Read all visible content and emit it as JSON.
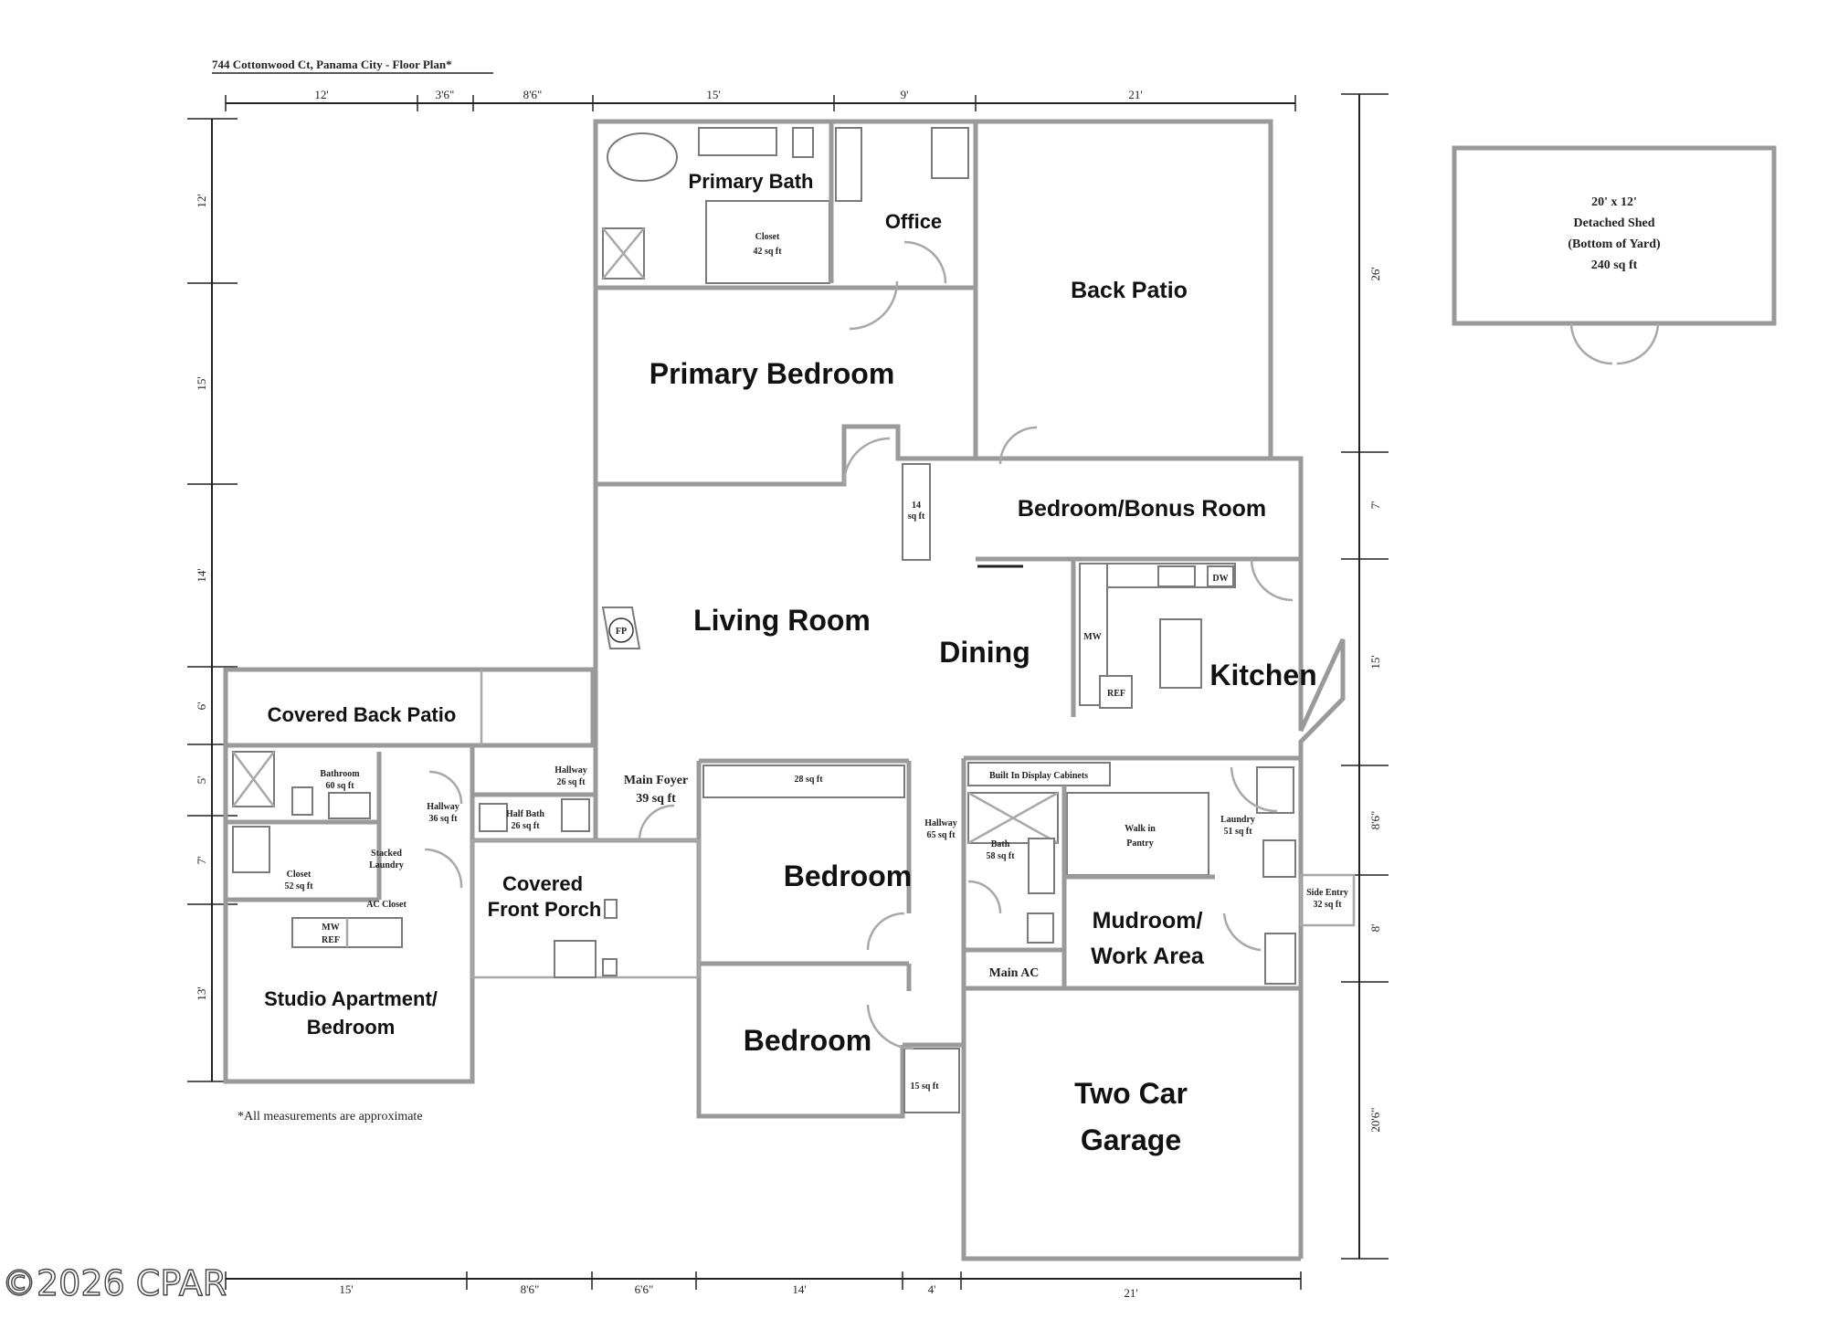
{
  "title": "744 Cottonwood Ct, Panama City - Floor Plan*",
  "note": "*All measurements are approximate",
  "watermark": "©2026 CPAR",
  "dimensions": {
    "top": [
      "12'",
      "3'6\"",
      "8'6\"",
      "15'",
      "9'",
      "21'"
    ],
    "bottom": [
      "15'",
      "8'6\"",
      "6'6\"",
      "14'",
      "4'",
      "21'"
    ],
    "left": [
      "12'",
      "15'",
      "14'",
      "6'",
      "5'",
      "7'",
      "13'"
    ],
    "right": [
      "26'",
      "7'",
      "15'",
      "8'6\"",
      "8'",
      "20'6\""
    ]
  },
  "rooms": {
    "primary_bath": "Primary Bath",
    "closet_primary_1": "Closet",
    "closet_primary_2": "42 sq ft",
    "office": "Office",
    "back_patio": "Back Patio",
    "primary_bedroom": "Primary Bedroom",
    "bonus_closet_1": "14",
    "bonus_closet_2": "sq ft",
    "bonus_room": "Bedroom/Bonus Room",
    "living_room": "Living Room",
    "fireplace": "FP",
    "dining": "Dining",
    "kitchen": "Kitchen",
    "kitchen_mw": "MW",
    "kitchen_dw": "DW",
    "kitchen_ref": "REF",
    "covered_back_patio": "Covered Back Patio",
    "studio_bathroom_1": "Bathroom",
    "studio_bathroom_2": "60 sq ft",
    "studio_hallway_1": "Hallway",
    "studio_hallway_2": "36 sq ft",
    "stacked_laundry_1": "Stacked",
    "stacked_laundry_2": "Laundry",
    "studio_closet_1": "Closet",
    "studio_closet_2": "52 sq ft",
    "ac_closet": "AC Closet",
    "studio_mw": "MW",
    "studio_ref": "REF",
    "studio_apartment_1": "Studio Apartment/",
    "studio_apartment_2": "Bedroom",
    "hallway_front_1": "Hallway",
    "hallway_front_2": "26 sq ft",
    "half_bath_1": "Half Bath",
    "half_bath_2": "26 sq ft",
    "main_foyer_1": "Main Foyer",
    "main_foyer_2": "39 sq ft",
    "covered_front_porch_1": "Covered",
    "covered_front_porch_2": "Front Porch",
    "bedroom_closet": "28 sq ft",
    "bedroom_1": "Bedroom",
    "bedroom_2": "Bedroom",
    "small_closet": "15 sq ft",
    "hallway_mid_1": "Hallway",
    "hallway_mid_2": "65 sq ft",
    "display_cabinets": "Built In Display Cabinets",
    "bath_1": "Bath",
    "bath_2": "58 sq ft",
    "walk_in_pantry_1": "Walk in",
    "walk_in_pantry_2": "Pantry",
    "laundry_1": "Laundry",
    "laundry_2": "51 sq ft",
    "side_entry_1": "Side Entry",
    "side_entry_2": "32 sq ft",
    "mudroom_1": "Mudroom/",
    "mudroom_2": "Work Area",
    "main_ac": "Main AC",
    "garage_1": "Two Car",
    "garage_2": "Garage"
  },
  "shed": {
    "line1": "20' x 12'",
    "line2": "Detached Shed",
    "line3": "(Bottom of Yard)",
    "line4": "240 sq ft"
  }
}
